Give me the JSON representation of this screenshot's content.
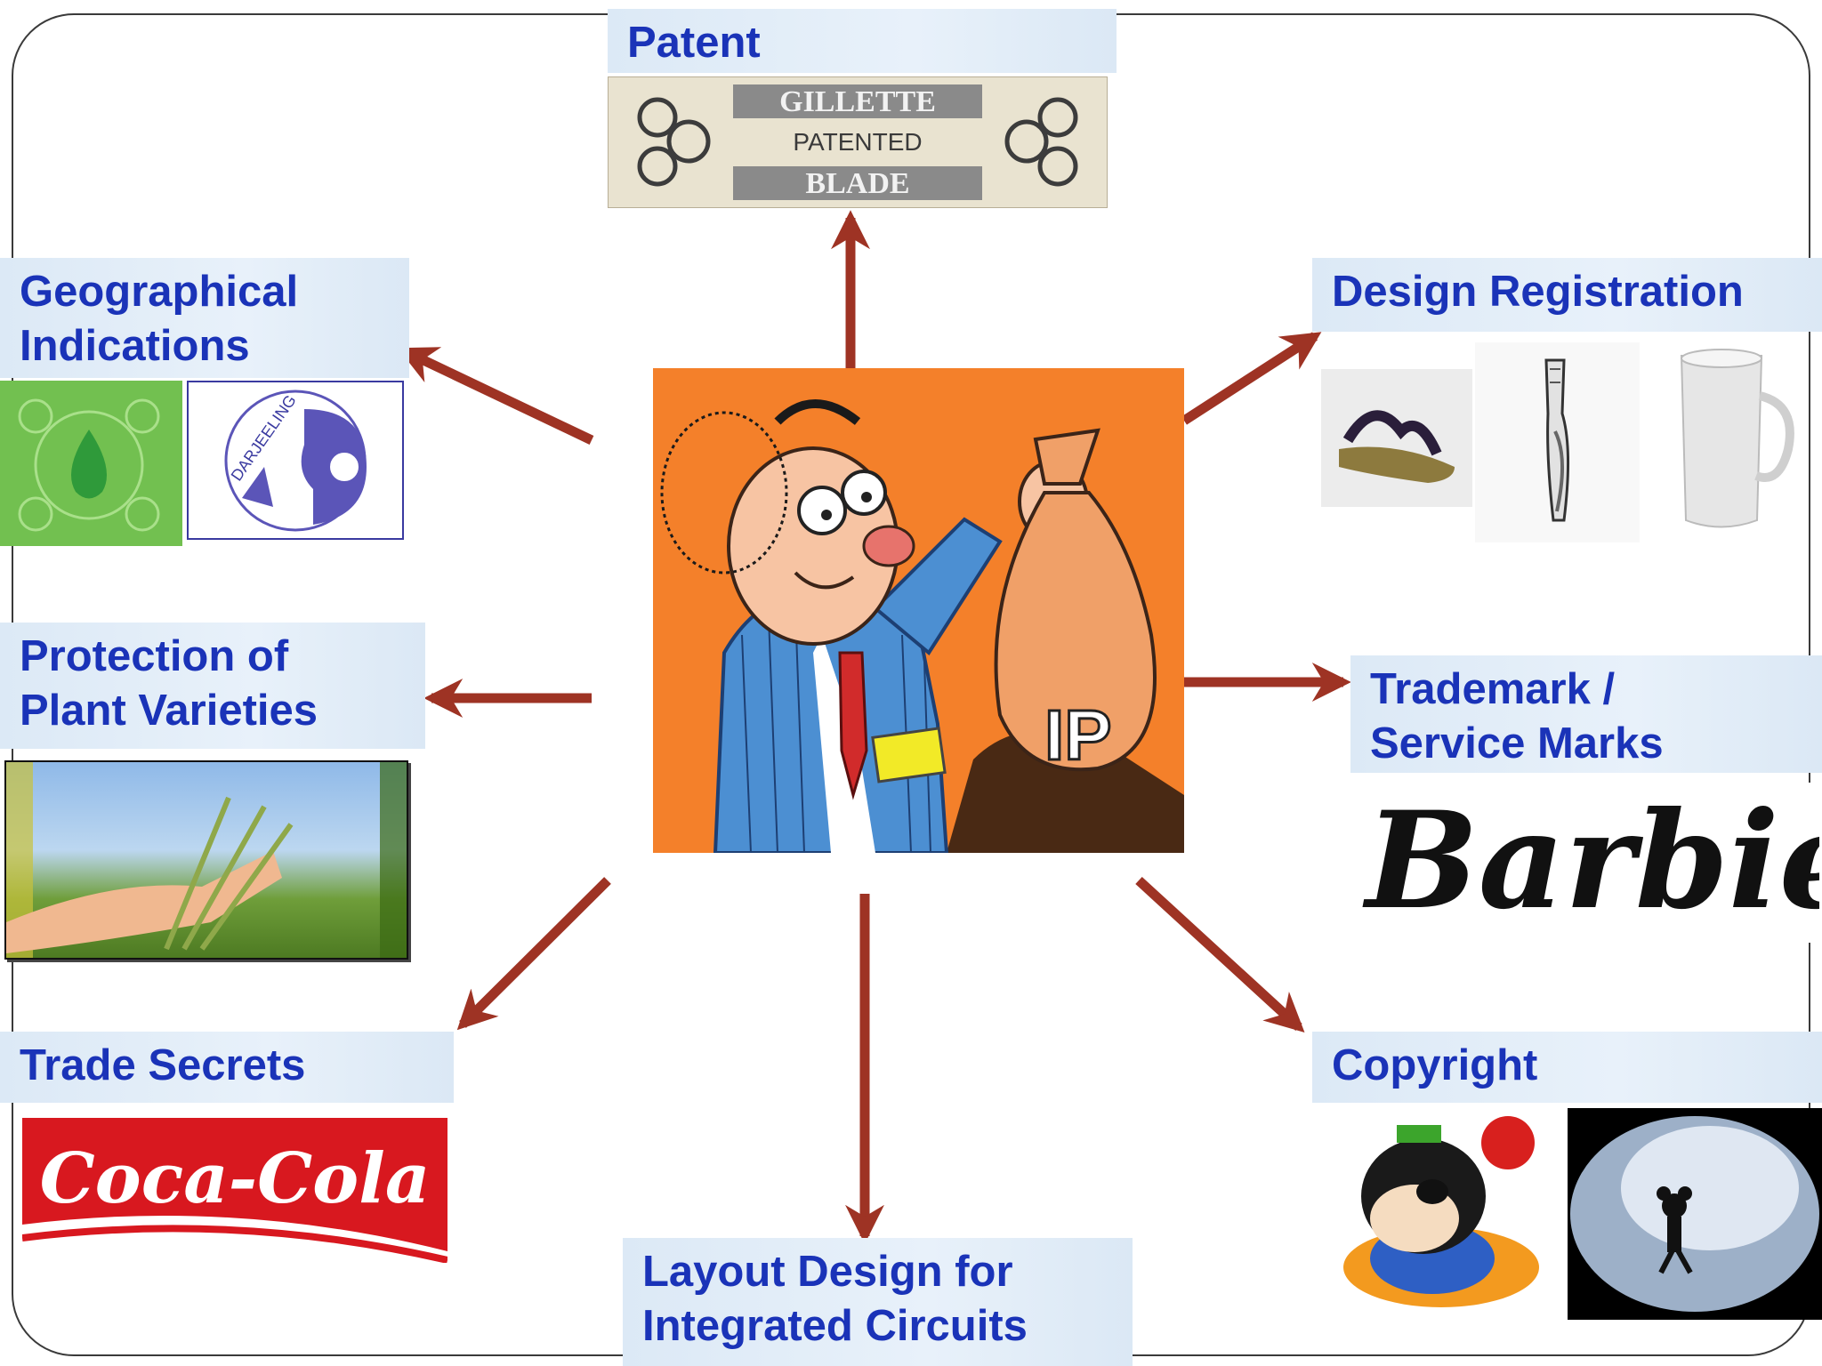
{
  "center": {
    "bag_text": "IP"
  },
  "labels": {
    "patent": "Patent",
    "geographical_line1": "Geographical",
    "geographical_line2": "Indications",
    "design_registration": "Design Registration",
    "plant_line1": "Protection of",
    "plant_line2": "Plant Varieties",
    "trademark_line1": "Trademark /",
    "trademark_line2": "Service Marks",
    "trade_secrets": "Trade Secrets",
    "copyright": "Copyright",
    "layout_line1": "Layout Design for",
    "layout_line2": "Integrated Circuits"
  },
  "images": {
    "gillette": {
      "line1": "GILLETTE",
      "line2": "PATENTED",
      "line3": "BLADE"
    },
    "darjeeling": "DARJEELING",
    "barbie": "Barbie",
    "coca_cola": "Coca-Cola"
  },
  "colors": {
    "arrow": "#9e3324",
    "label_text": "#1a33b8",
    "label_bg": "#dde9f6",
    "center_bg": "#f4802a"
  }
}
